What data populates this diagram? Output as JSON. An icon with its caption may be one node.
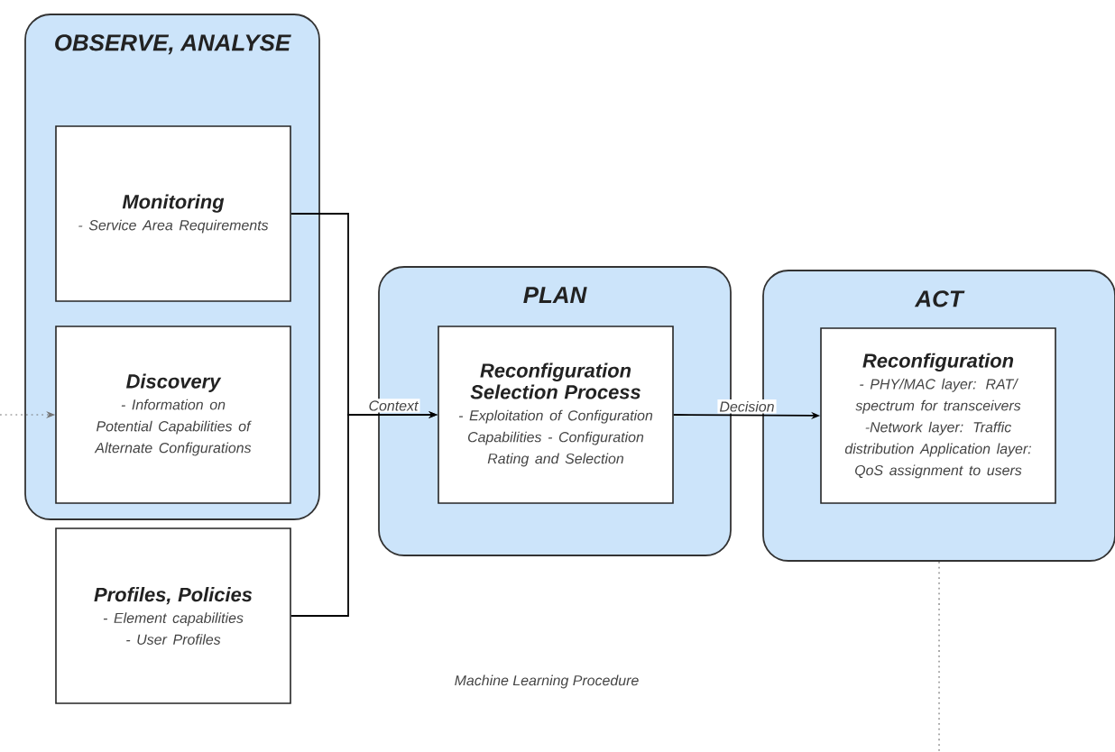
{
  "diagram": {
    "nodes": [
      {
        "text": [
          "OBSERVE, ANALYSE"
        ]
      },
      {
        "text": [
          "Monitoring",
          "- Service Area Requirements"
        ],
        "in": 0
      },
      {
        "text": [
          "Discovery",
          "- Information on Potential Capabilities of Alternate Configurations"
        ],
        "in": 0
      },
      {
        "text": [
          "Profiles, Policies",
          "- Element capabilities - User Profiles"
        ]
      },
      {
        "text": [
          "PLAN"
        ]
      },
      {
        "text": [
          "Reconfiguration Selection Process",
          "- Exploitation of Configuration Capabilities - Configuration Rating and Selection"
        ],
        "in": 4
      },
      {
        "text": [
          "ACT"
        ]
      },
      {
        "text": [
          "Reconfiguration",
          "- PHY/MAC layer: RAT/ spectrum for transceivers -Network layer: Traffic distribution Application layer: QoS assignment to users"
        ],
        "in": 6
      }
    ],
    "edges": [
      {
        "from": 1,
        "to": 5,
        "arrow": "to",
        "label": "Context"
      },
      {
        "from": 3,
        "to": 5,
        "arrow": "to"
      },
      {
        "from": 5,
        "to": 7,
        "arrow": "to",
        "label": "Decision"
      },
      {
        "from": null,
        "to": 2,
        "arrow": "to",
        "style": "dashed",
        "color": "#737373"
      },
      {
        "from": 6,
        "to": null,
        "arrow": "none",
        "style": "dashed",
        "color": "#737373"
      }
    ],
    "labels": [
      "Machine Learning Procedure"
    ]
  }
}
